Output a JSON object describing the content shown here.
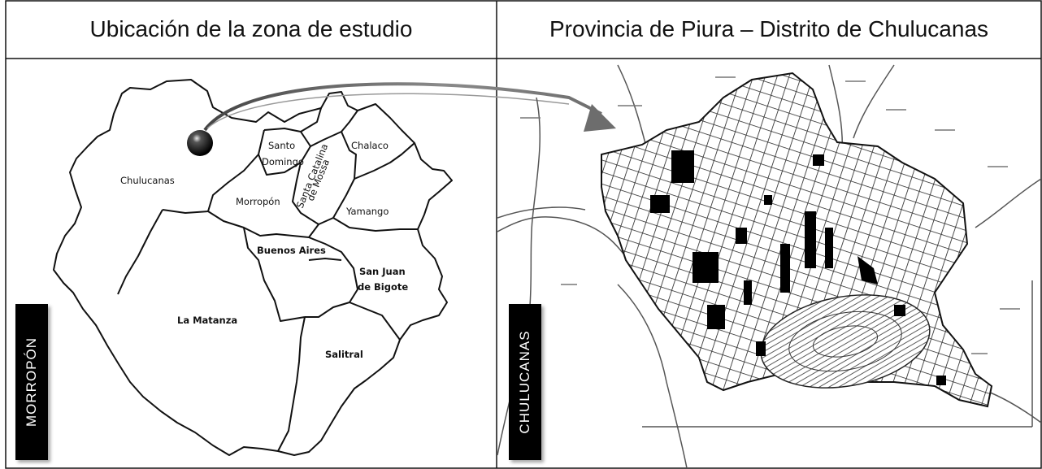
{
  "headers": {
    "left": "Ubicación de la zona de estudio",
    "right": "Provincia de Piura – Distrito de Chulucanas"
  },
  "left_panel": {
    "vertical_label": "MORROPÓN",
    "districts": {
      "chulucanas": "Chulucanas",
      "santo_domingo_1": "Santo",
      "santo_domingo_2": "Domingo",
      "chalaco": "Chalaco",
      "santa_catalina_1": "Santa Catalina",
      "santa_catalina_2": "de Mossa",
      "morropon": "Morropón",
      "yamango": "Yamango",
      "buenos_aires": "Buenos Aires",
      "san_juan_1": "San Juan",
      "san_juan_2": "de Bigote",
      "la_matanza": "La Matanza",
      "salitral": "Salitral"
    }
  },
  "right_panel": {
    "vertical_label": "CHULUCANAS"
  },
  "colors": {
    "border": "#111111",
    "map_line": "#222222",
    "arrow": "#6d6d6d",
    "label_bg": "#000000"
  }
}
